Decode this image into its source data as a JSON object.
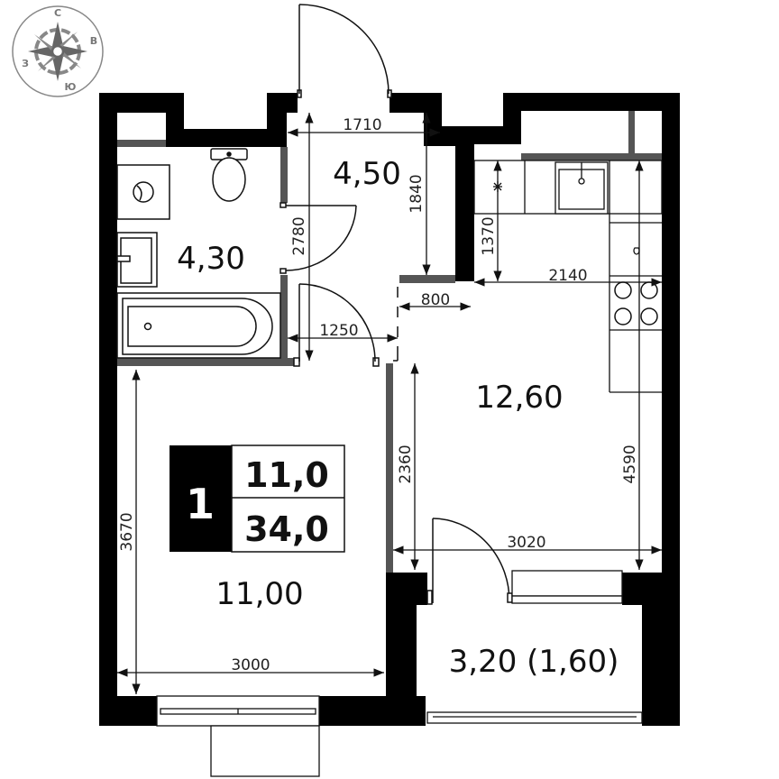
{
  "compass": {
    "north": "С",
    "east": "В",
    "south": "Ю",
    "west": "З"
  },
  "rooms": {
    "hall": {
      "area": "4,50"
    },
    "bathroom": {
      "area": "4,30"
    },
    "kitchen": {
      "area": "12,60"
    },
    "bedroom": {
      "area": "11,00"
    },
    "loggia": {
      "area": "3,20 (1,60)"
    }
  },
  "summary_badge": {
    "rooms_count": "1",
    "living_area": "11,0",
    "total_area": "34,0"
  },
  "dimensions": {
    "hall_width": "1710",
    "hall_depth": "1840",
    "bath_height": "2780",
    "corridor_width": "1250",
    "door_width": "800",
    "kitchen_niche": "1370",
    "kitchen_width": "2140",
    "kitchen_length": "4590",
    "kitchen_lower": "2360",
    "living_width": "3020",
    "bedroom_height": "3670",
    "bedroom_width": "3000"
  },
  "colors": {
    "wall": "#000000",
    "partition": "#555555",
    "line": "#111111",
    "compass": "#888888"
  }
}
